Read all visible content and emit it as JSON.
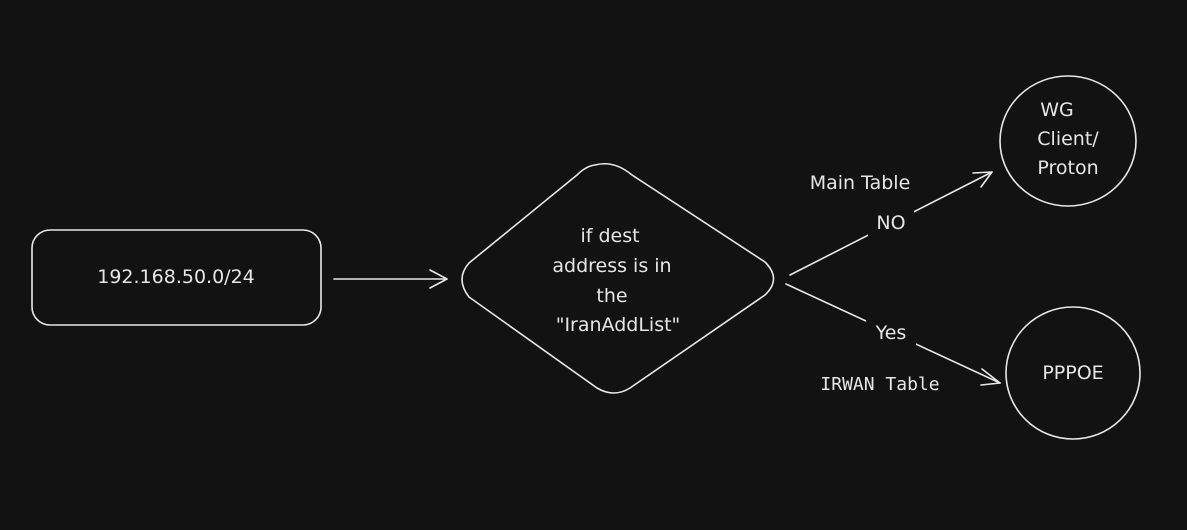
{
  "nodes": {
    "source": {
      "label": "192.168.50.0/24"
    },
    "decision": {
      "lines": [
        "if dest",
        "address is in",
        "the",
        "\"IranAddList\""
      ]
    },
    "wg": {
      "lines": [
        "WG",
        "Client/",
        "Proton"
      ]
    },
    "pppoe": {
      "label": "PPPOE"
    }
  },
  "edges": {
    "no_branch": {
      "label": "NO",
      "table": "Main Table"
    },
    "yes_branch": {
      "label": "Yes",
      "table": "IRWAN Table"
    }
  },
  "colors": {
    "background": "#121212",
    "stroke": "#e8e8e8",
    "text": "#e6e6e6"
  }
}
